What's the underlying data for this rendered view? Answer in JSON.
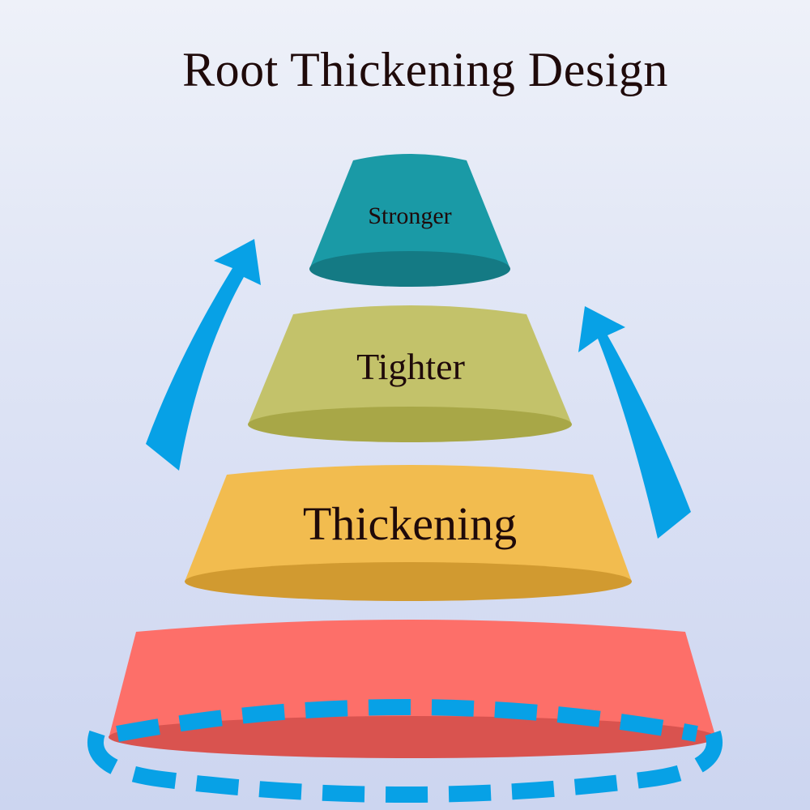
{
  "title": "Root Thickening Design",
  "tiers": [
    {
      "label": "Stronger",
      "side_color": "#1a9aa6",
      "base_color": "#147a84"
    },
    {
      "label": "Tighter",
      "side_color": "#c3c26a",
      "base_color": "#a8a747"
    },
    {
      "label": "Thickening",
      "side_color": "#f2bc4f",
      "base_color": "#d19a30"
    },
    {
      "label": "",
      "side_color": "#fd6f69",
      "base_color": "#d9534f"
    }
  ],
  "arrows": {
    "color": "#07a1e6",
    "count": 2,
    "direction": "up"
  },
  "dashed_ring": {
    "color": "#07a1e6"
  }
}
